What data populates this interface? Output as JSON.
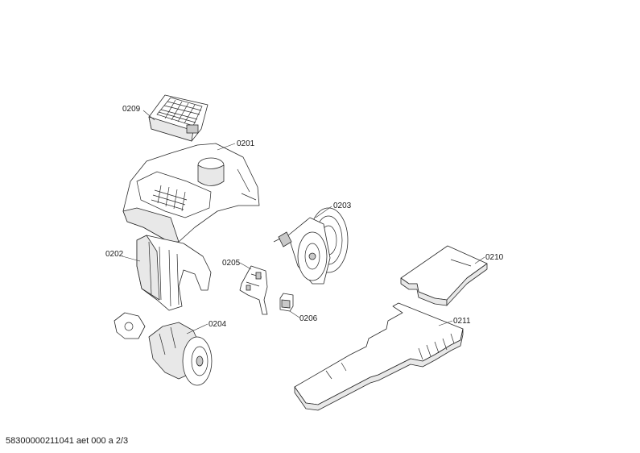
{
  "labels": {
    "p0209": "0209",
    "p0201": "0201",
    "p0203": "0203",
    "p0202": "0202",
    "p0205": "0205",
    "p0210": "0210",
    "p0204": "0204",
    "p0206": "0206",
    "p0211": "0211"
  },
  "footer": "58300000211041 aet 000 a 2/3"
}
